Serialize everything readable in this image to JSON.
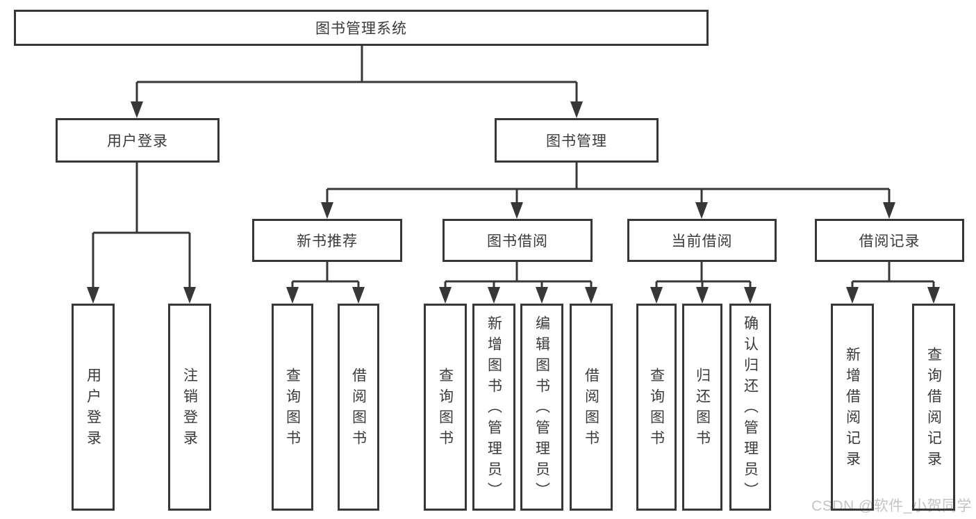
{
  "diagram": {
    "root": {
      "label": "图书管理系统"
    },
    "branches": [
      {
        "label": "用户登录",
        "children": [
          {
            "label": "用户登录"
          },
          {
            "label": "注销登录"
          }
        ]
      },
      {
        "label": "图书管理",
        "children": [
          {
            "label": "新书推荐",
            "children": [
              {
                "label": "查询图书"
              },
              {
                "label": "借阅图书"
              }
            ]
          },
          {
            "label": "图书借阅",
            "children": [
              {
                "label": "查询图书"
              },
              {
                "label": "新增图书（管理员）"
              },
              {
                "label": "编辑图书（管理员）"
              },
              {
                "label": "借阅图书"
              }
            ]
          },
          {
            "label": "当前借阅",
            "children": [
              {
                "label": "查询图书"
              },
              {
                "label": "归还图书"
              },
              {
                "label": "确认归还（管理员）"
              }
            ]
          },
          {
            "label": "借阅记录",
            "children": [
              {
                "label": "新增借阅记录"
              },
              {
                "label": "查询借阅记录"
              }
            ]
          }
        ]
      }
    ],
    "watermark": "CSDN @软件_小贺同学",
    "colors": {
      "line": "#373737",
      "text": "#3a3a3a",
      "watermark": "#c3c3c3"
    }
  }
}
